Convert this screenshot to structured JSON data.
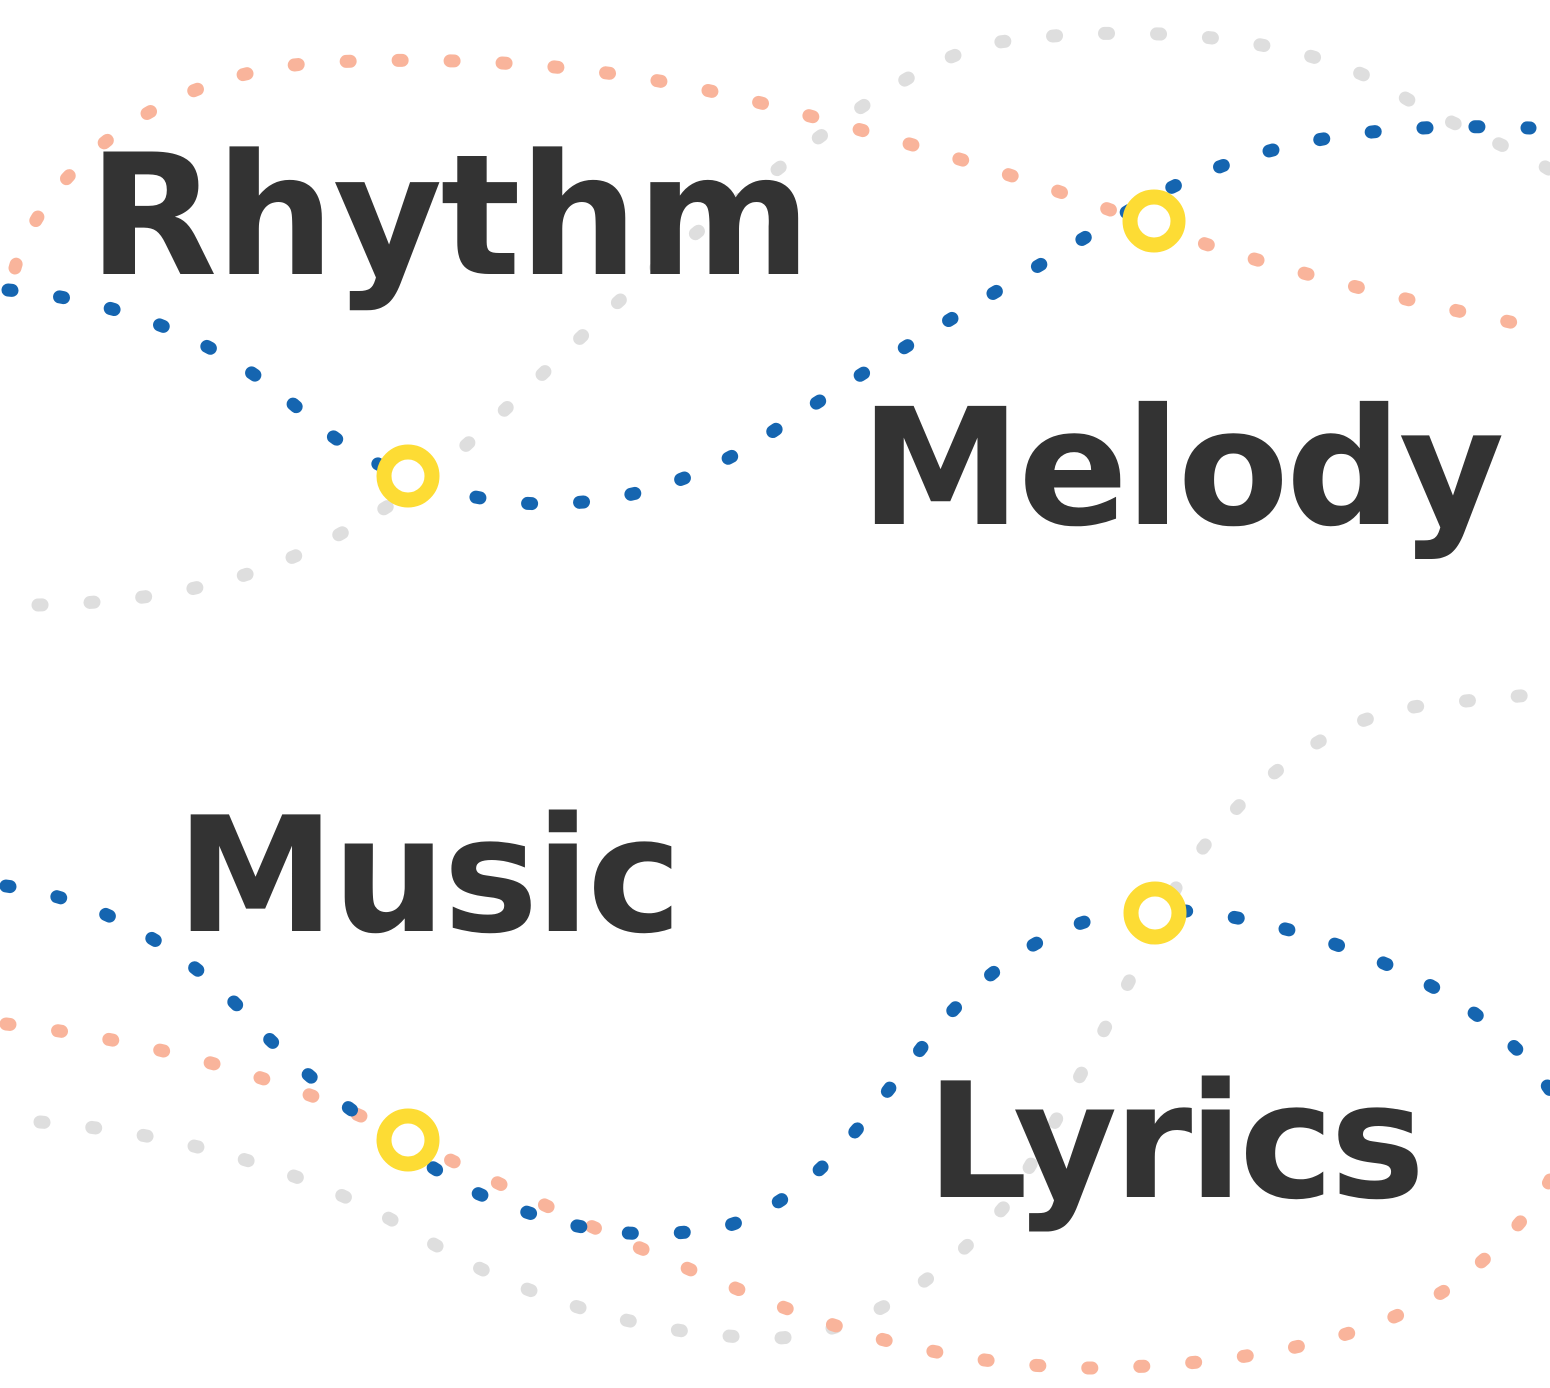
{
  "words": {
    "rhythm": "Rhythm",
    "melody": "Melody",
    "music": "Music",
    "lyrics": "Lyrics"
  },
  "colors": {
    "text": "#333333",
    "wave_blue": "#1565b0",
    "wave_orange": "#f9b49b",
    "wave_gray": "#dedede",
    "node_yellow": "#fddc34",
    "background": "#ffffff"
  },
  "decoration": {
    "style": "dotted wave lines",
    "node_icon": "ring-icon"
  }
}
